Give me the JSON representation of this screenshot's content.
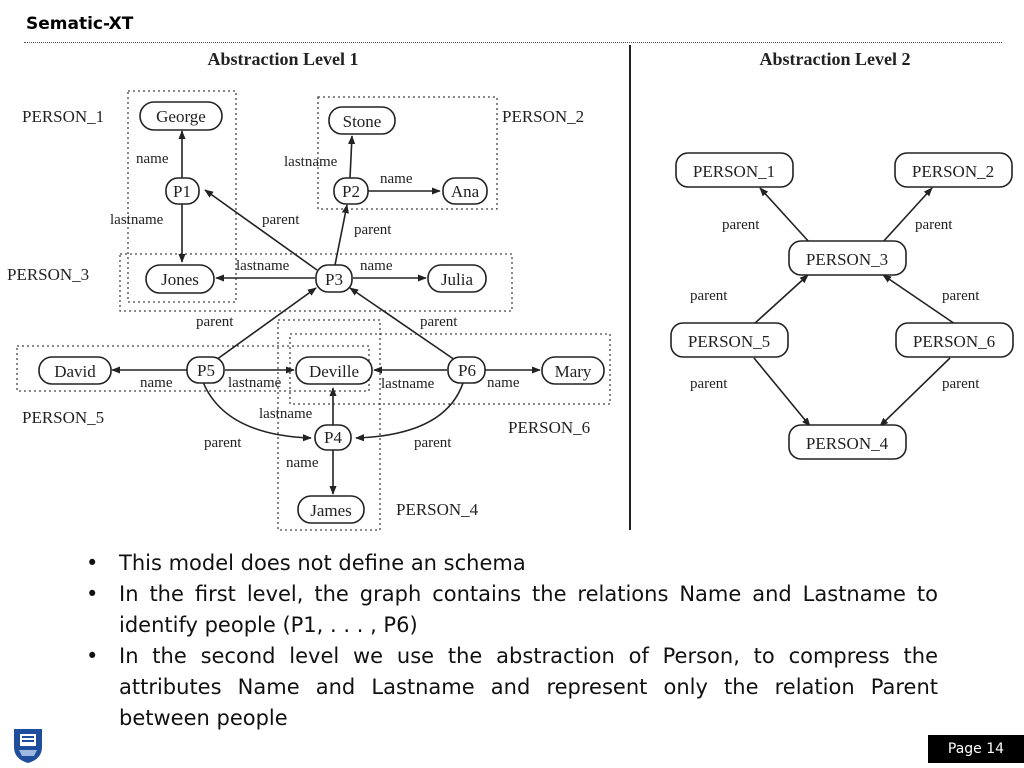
{
  "slide": {
    "title": "Sematic-XT",
    "page": "Page 14"
  },
  "level1": {
    "heading": "Abstraction Level 1",
    "groups": {
      "g1": "PERSON_1",
      "g2": "PERSON_2",
      "g3": "PERSON_3",
      "g4": "PERSON_4",
      "g5": "PERSON_5",
      "g6": "PERSON_6"
    },
    "nodes": {
      "george": "George",
      "p1": "P1",
      "jones": "Jones",
      "stone": "Stone",
      "p2": "P2",
      "ana": "Ana",
      "p3": "P3",
      "julia": "Julia",
      "david": "David",
      "p5": "P5",
      "deville": "Deville",
      "p6": "P6",
      "mary": "Mary",
      "p4": "P4",
      "james": "James"
    },
    "edges": {
      "p1_george": "name",
      "p1_jones": "lastname",
      "p2_stone": "lastname",
      "p2_ana": "name",
      "p3_p1": "parent",
      "p3_p2": "parent",
      "p3_jones": "lastname",
      "p3_julia": "name",
      "p5_p3": "parent",
      "p6_p3": "parent",
      "p5_david": "name",
      "p5_deville": "lastname",
      "p6_deville": "lastname",
      "p6_mary": "name",
      "p4_deville": "lastname",
      "p4_james": "name",
      "p5_p4": "parent",
      "p6_p4": "parent"
    }
  },
  "level2": {
    "heading": "Abstraction Level 2",
    "nodes": {
      "n1": "PERSON_1",
      "n2": "PERSON_2",
      "n3": "PERSON_3",
      "n5": "PERSON_5",
      "n6": "PERSON_6",
      "n4": "PERSON_4"
    },
    "edges": {
      "e31": "parent",
      "e32": "parent",
      "e53": "parent",
      "e63": "parent",
      "e54": "parent",
      "e64": "parent"
    }
  },
  "bullets": [
    "This model does not define an schema",
    "In the first level, the graph contains the relations Name and Lastname to identify people (P1, . . . , P6)",
    "In the second level we use the abstraction of Person, to compress the attributes Name and Lastname and represent only the relation Parent between people"
  ],
  "colors": {
    "ink": "#222222",
    "footer_bg": "#000000",
    "footer_text": "#ffffff",
    "logo": "#1f4e9c"
  }
}
